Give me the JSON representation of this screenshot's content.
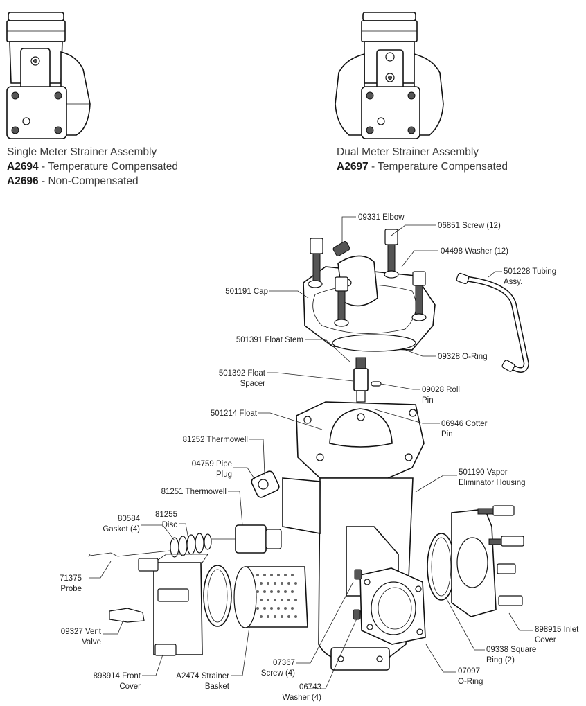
{
  "single": {
    "title": "Single Meter Strainer Assembly",
    "lines": [
      {
        "code": "A2694",
        "desc": " - Temperature Compensated"
      },
      {
        "code": "A2696",
        "desc": " - Non-Compensated"
      }
    ]
  },
  "dual": {
    "title": "Dual Meter Strainer Assembly",
    "lines": [
      {
        "code": "A2697",
        "desc": " - Temperature Compensated"
      }
    ]
  },
  "parts": {
    "elbow": [
      "09331 Elbow"
    ],
    "screw12": [
      "06851 Screw (12)"
    ],
    "washer12": [
      "04498 Washer (12)"
    ],
    "tubing": [
      "501228 Tubing",
      "Assy."
    ],
    "cap": [
      "501191 Cap"
    ],
    "float_stem": [
      "501391 Float Stem"
    ],
    "oring_09328": [
      "09328 O-Ring"
    ],
    "float_spacer": [
      "501392 Float",
      "Spacer"
    ],
    "roll_pin": [
      "09028 Roll",
      "Pin"
    ],
    "float": [
      "501214 Float"
    ],
    "cotter_pin": [
      "06946 Cotter",
      "Pin"
    ],
    "thermowell_81252": [
      "81252 Thermowell"
    ],
    "pipe_plug": [
      "04759 Pipe",
      "Plug"
    ],
    "vapor_housing": [
      "501190 Vapor",
      "Eliminator Housing"
    ],
    "thermowell_81251": [
      "81251 Thermowell"
    ],
    "gasket": [
      "80584",
      "Gasket (4)"
    ],
    "disc": [
      "81255",
      "Disc"
    ],
    "probe": [
      "71375",
      "Probe"
    ],
    "vent_valve": [
      "09327 Vent",
      "Valve"
    ],
    "inlet_cover": [
      "898915 Inlet",
      "Cover"
    ],
    "square_ring": [
      "09338 Square",
      "Ring (2)"
    ],
    "screw4": [
      "07367",
      "Screw (4)"
    ],
    "oring_07097": [
      "07097",
      "O-Ring"
    ],
    "front_cover": [
      "898914 Front",
      "Cover"
    ],
    "strainer_basket": [
      "A2474 Strainer",
      "Basket"
    ],
    "washer4": [
      "06743",
      "Washer (4)"
    ]
  }
}
